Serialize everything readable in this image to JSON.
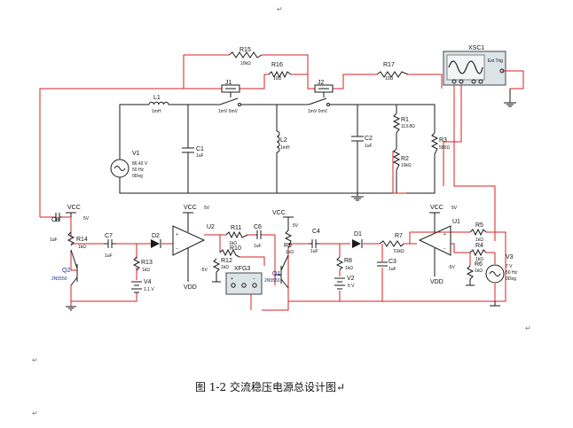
{
  "paragraph_mark": "↵",
  "caption": "图 1-2 交流稳压电源总设计图↵",
  "components": {
    "r15": {
      "ref": "R15",
      "value": "10kΩ"
    },
    "r16": {
      "ref": "R16",
      "value": "10Ω"
    },
    "r17": {
      "ref": "R17",
      "value": "10Ω"
    },
    "l1": {
      "ref": "L1",
      "value": "1mH"
    },
    "l2": {
      "ref": "L2",
      "value": "1mH"
    },
    "j1": {
      "ref": "J1",
      "value": "1mV 0mV"
    },
    "j2": {
      "ref": "J2",
      "value": "1mV 0mV"
    },
    "c1": {
      "ref": "C1",
      "value": "1uF"
    },
    "c2": {
      "ref": "C2",
      "value": "1uF"
    },
    "r1": {
      "ref": "R1",
      "value": "113.8Ω"
    },
    "r2": {
      "ref": "R2",
      "value": "10kΩ"
    },
    "r3": {
      "ref": "R3",
      "value": "560Ω"
    },
    "v1": {
      "ref": "V1",
      "value1": "86.42 V",
      "value2": "50 Hz",
      "value3": "0Deg"
    },
    "xsc1": {
      "ref": "XSC1",
      "ext": "Ext Trig"
    },
    "c8": {
      "ref": "C8",
      "value": "1uF"
    },
    "r14": {
      "ref": "R14",
      "value": "1kΩ"
    },
    "c7": {
      "ref": "C7",
      "value": "1uF"
    },
    "d2": {
      "ref": "D2"
    },
    "r13": {
      "ref": "R13",
      "value": "1kΩ"
    },
    "v4": {
      "ref": "V4",
      "value": "1.1 V"
    },
    "q2": {
      "ref": "Q2",
      "value": "2N5550"
    },
    "u2": {
      "ref": "U2"
    },
    "r11": {
      "ref": "R11",
      "value": "1kΩ"
    },
    "r10": {
      "ref": "R10",
      "value": "1kΩ"
    },
    "r12": {
      "ref": "R12",
      "value": "1kΩ"
    },
    "xfg3": {
      "ref": "XFG3"
    },
    "c6": {
      "ref": "C6",
      "value": "1uF"
    },
    "r9": {
      "ref": "R9",
      "value": "1kΩ"
    },
    "q1": {
      "ref": "Q1",
      "value": "2N5550"
    },
    "c4": {
      "ref": "C4",
      "value": "1uF"
    },
    "d1": {
      "ref": "D1"
    },
    "r8": {
      "ref": "R8",
      "value": "1kΩ"
    },
    "v2": {
      "ref": "V2",
      "value": "5 V"
    },
    "c3": {
      "ref": "C3",
      "value": "1uF"
    },
    "r7": {
      "ref": "R7",
      "value": "51kΩ"
    },
    "u1": {
      "ref": "U1"
    },
    "r5": {
      "ref": "R5",
      "value": "1kΩ"
    },
    "r4": {
      "ref": "R4",
      "value": "1kΩ"
    },
    "r6": {
      "ref": "R6",
      "value": "1kΩ"
    },
    "v3": {
      "ref": "V3",
      "value1": "7 V",
      "value2": "50 Hz",
      "value3": "0Deg"
    }
  },
  "rails": {
    "vcc": "VCC",
    "vdd": "VDD",
    "pos5": "5V",
    "neg5": "-5V"
  }
}
